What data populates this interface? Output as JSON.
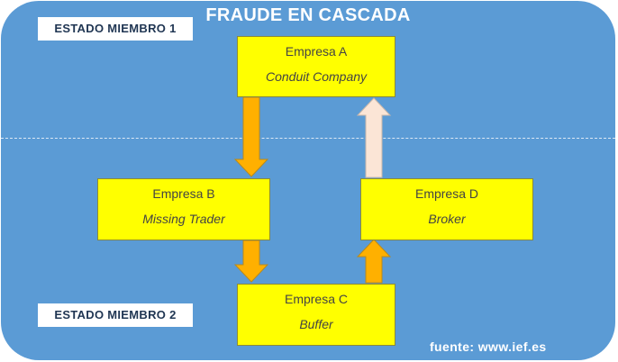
{
  "title": "FRAUDE EN CASCADA",
  "states": {
    "member1": "ESTADO MIEMBRO 1",
    "member2": "ESTADO MIEMBRO 2"
  },
  "companies": {
    "a": {
      "name": "Empresa A",
      "role": "Conduit Company"
    },
    "b": {
      "name": "Empresa B",
      "role": "Missing Trader"
    },
    "c": {
      "name": "Empresa C",
      "role": "Buffer"
    },
    "d": {
      "name": "Empresa D",
      "role": "Broker"
    }
  },
  "source": "fuente: www.ief.es",
  "colors": {
    "background": "#5b9bd5",
    "box_fill": "#ffff00",
    "arrow_fill": "#ffb000",
    "arrow_faded": "#fbe5d6"
  }
}
